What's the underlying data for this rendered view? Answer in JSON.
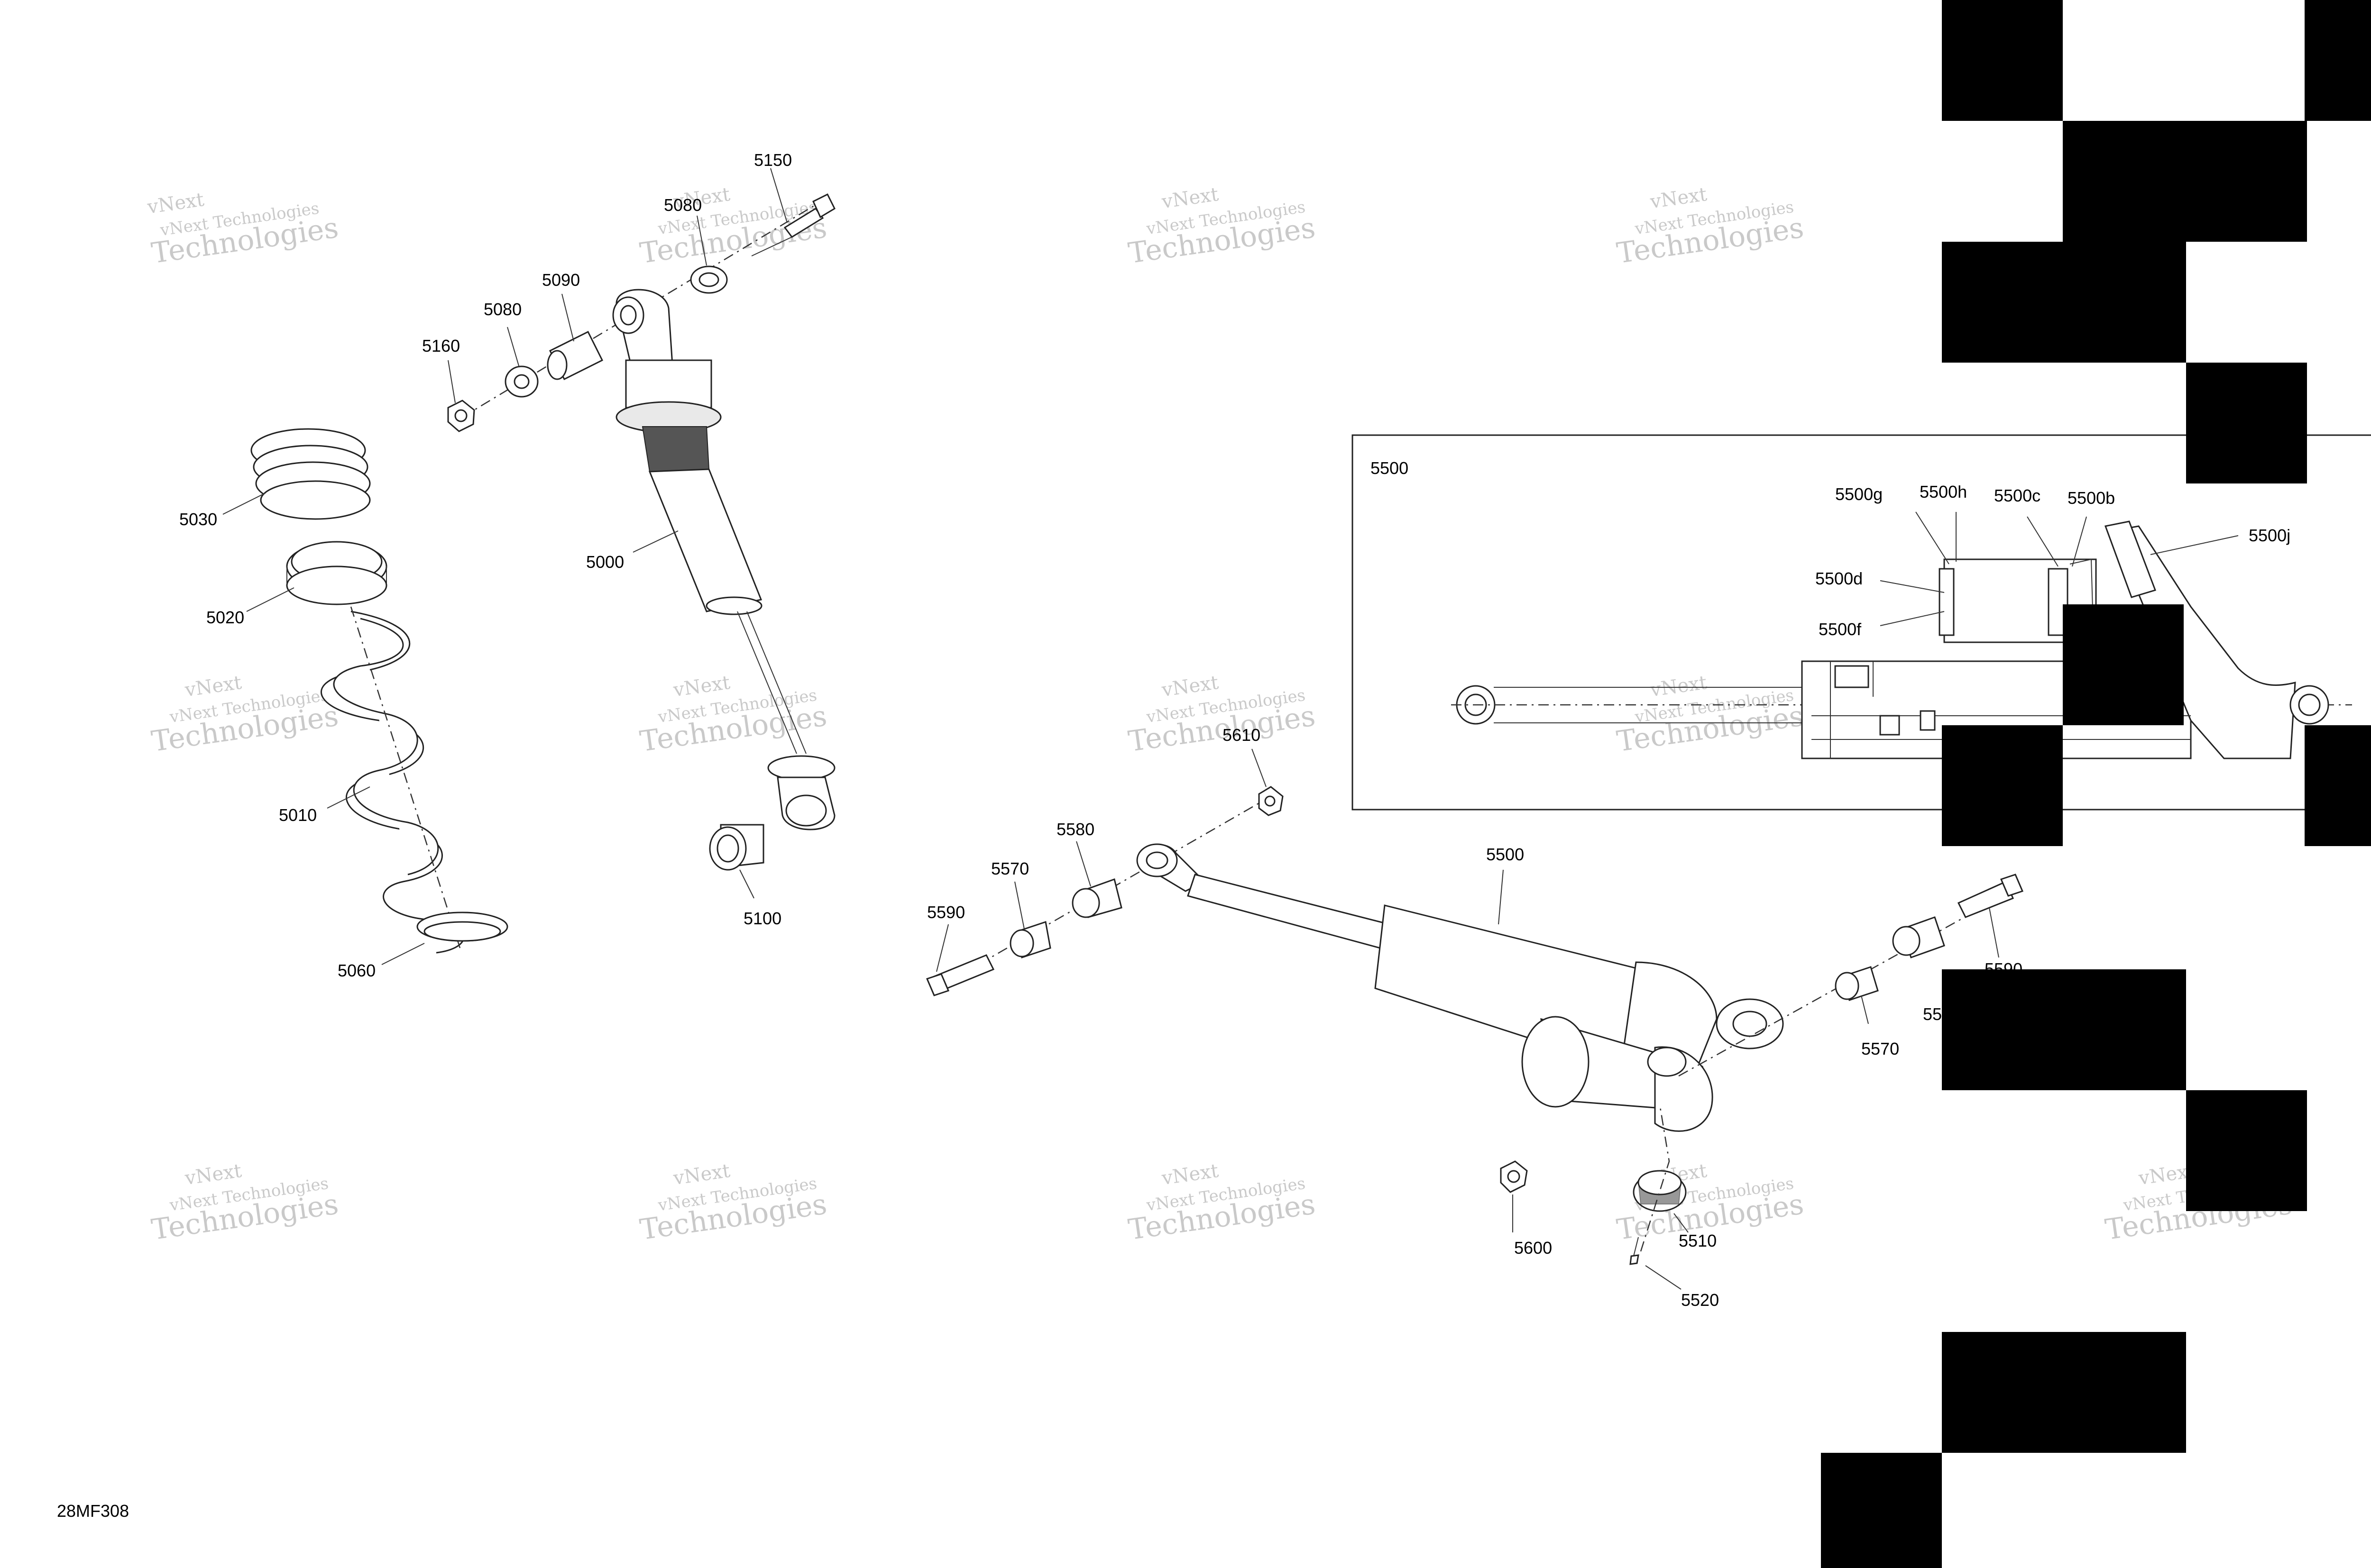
{
  "parts": [
    {
      "id": "label-5150",
      "text": "5150"
    },
    {
      "id": "label-5080-top",
      "text": "5080"
    },
    {
      "id": "label-5090",
      "text": "5090"
    },
    {
      "id": "label-5080",
      "text": "5080"
    },
    {
      "id": "label-5160",
      "text": "5160"
    },
    {
      "id": "label-5030",
      "text": "5030"
    },
    {
      "id": "label-5000",
      "text": "5000"
    },
    {
      "id": "label-5020",
      "text": "5020"
    },
    {
      "id": "label-5010",
      "text": "5010"
    },
    {
      "id": "label-5100",
      "text": "5100"
    },
    {
      "id": "label-5060",
      "text": "5060"
    },
    {
      "id": "label-5610",
      "text": "5610"
    },
    {
      "id": "label-5580",
      "text": "5580"
    },
    {
      "id": "label-5570-left",
      "text": "5570"
    },
    {
      "id": "label-5590-left",
      "text": "5590"
    },
    {
      "id": "label-5500",
      "text": "5500"
    },
    {
      "id": "label-5590-right",
      "text": "5590"
    },
    {
      "id": "label-5580-right",
      "text": "55"
    },
    {
      "id": "label-5570-right",
      "text": "5570"
    },
    {
      "id": "label-5600",
      "text": "5600"
    },
    {
      "id": "label-5510",
      "text": "5510"
    },
    {
      "id": "label-5520",
      "text": "5520"
    }
  ],
  "detail": {
    "title": "5500",
    "labels": [
      {
        "id": "label-5500g",
        "text": "5500g"
      },
      {
        "id": "label-5500h",
        "text": "5500h"
      },
      {
        "id": "label-5500c",
        "text": "5500c"
      },
      {
        "id": "label-5500b",
        "text": "5500b"
      },
      {
        "id": "label-5500j",
        "text": "5500j"
      },
      {
        "id": "label-5500d",
        "text": "5500d"
      },
      {
        "id": "label-5500f",
        "text": "5500f"
      }
    ]
  },
  "watermark": {
    "line1": "vNext Technologies",
    "line2": "Technologies",
    "line3": "vNext"
  },
  "figure_code": "28MF308"
}
